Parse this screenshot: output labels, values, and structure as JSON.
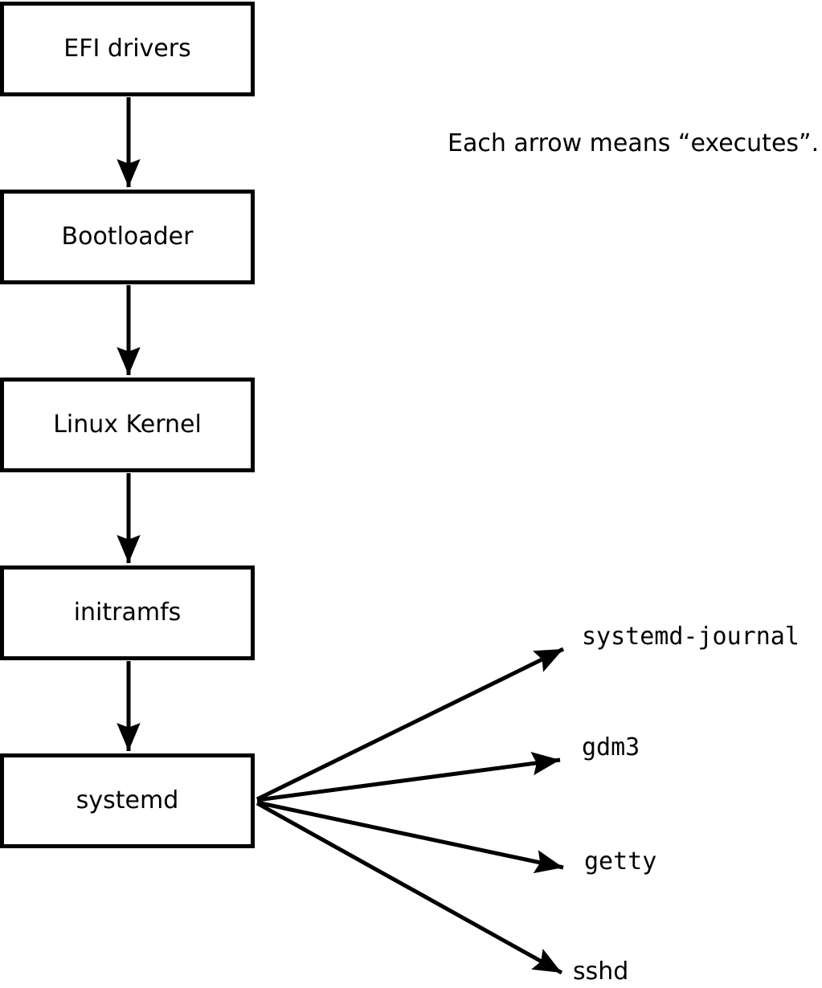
{
  "diagram": {
    "title_implicit": "Linux boot process flow",
    "caption": "Each arrow means “executes”.",
    "arrow_meaning": "executes",
    "boxes": [
      {
        "id": "efi-drivers",
        "label": "EFI drivers"
      },
      {
        "id": "bootloader",
        "label": "Bootloader"
      },
      {
        "id": "linux-kernel",
        "label": "Linux Kernel"
      },
      {
        "id": "initramfs",
        "label": "initramfs"
      },
      {
        "id": "systemd",
        "label": "systemd"
      }
    ],
    "targets": [
      {
        "id": "systemd-journal",
        "label": "systemd-journal"
      },
      {
        "id": "gdm3",
        "label": "gdm3"
      },
      {
        "id": "getty",
        "label": "getty"
      },
      {
        "id": "sshd",
        "label": "sshd"
      }
    ],
    "colors": {
      "background": "#ffffff",
      "box_fill": "#ffffff",
      "line": "#000000",
      "text": "#000000"
    }
  }
}
